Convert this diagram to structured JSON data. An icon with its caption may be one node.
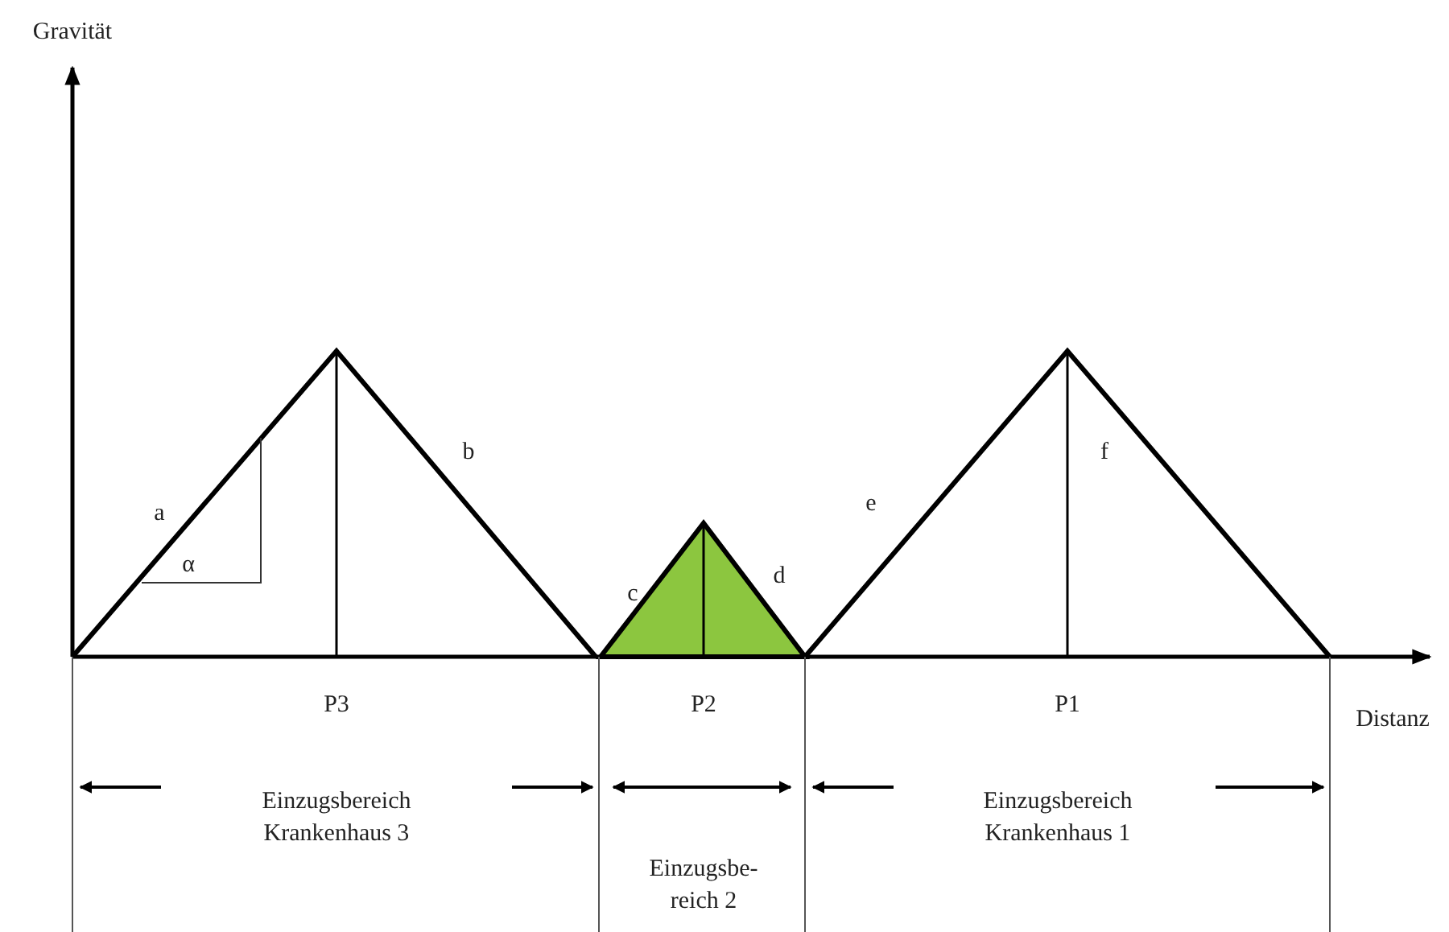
{
  "diagram": {
    "labels": [
      "Gravität",
      "b",
      "f",
      "a",
      "e",
      "d",
      "α",
      "c",
      "P3",
      "P2",
      "P1",
      "Distanz",
      "Einzugsbereich Krankenhaus 3",
      "Einzugsbereich Krankenhaus 1",
      "Einzugsbe- reich 2"
    ]
  }
}
